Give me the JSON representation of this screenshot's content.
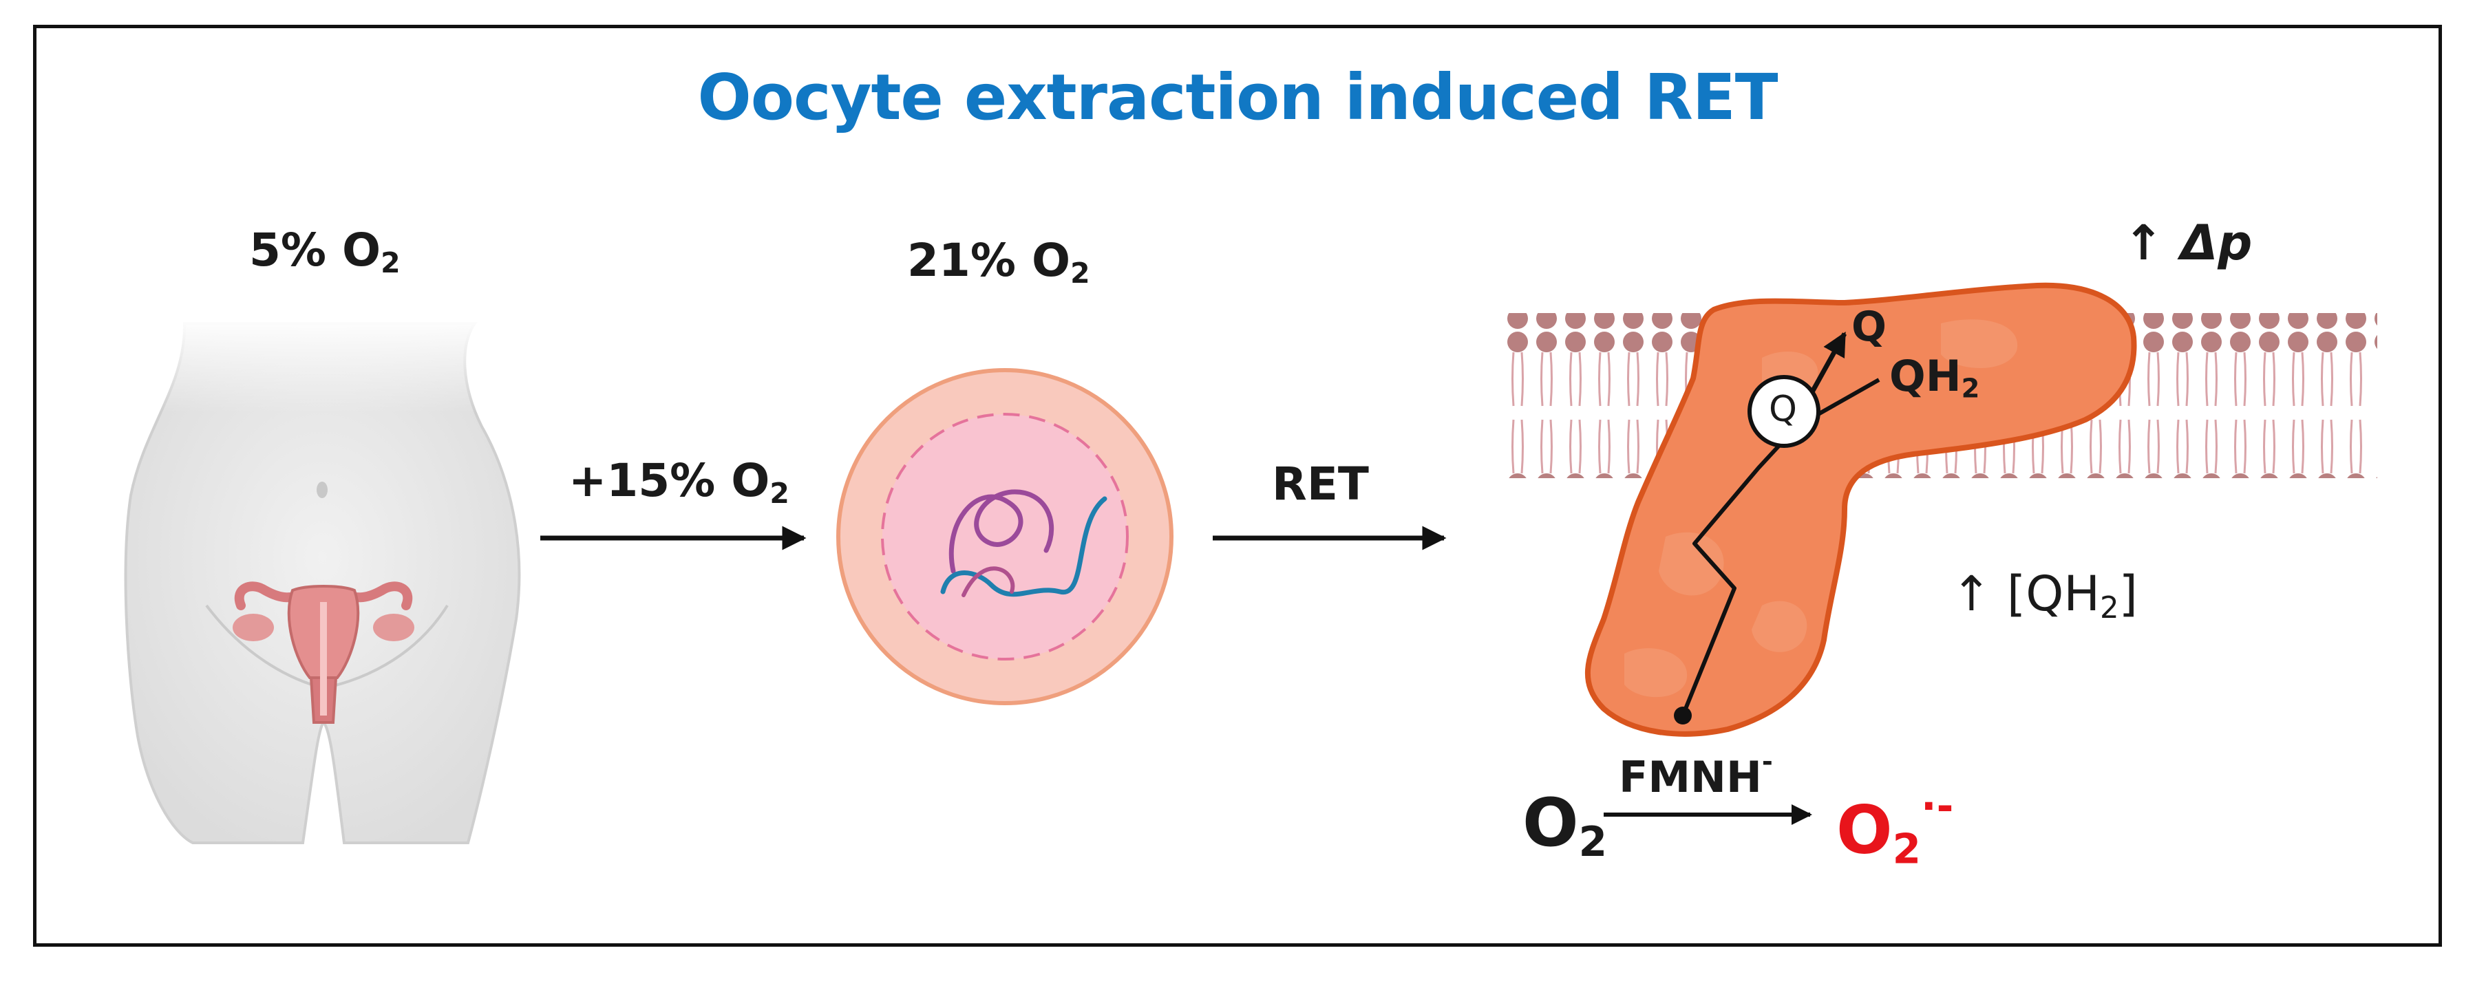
{
  "title": "Oocyte extraction induced RET",
  "labels": {
    "o2_5_value": "5% O",
    "o2_5_sub": "2",
    "o2_21_value": "21% O",
    "o2_21_sub": "2",
    "plus15_value": "+15% O",
    "plus15_sub": "2",
    "ret": "RET",
    "q": "Q",
    "q_circle": "Q",
    "qh2_main": "QH",
    "qh2_sub": "2",
    "delta_p_arrow": "↑",
    "delta_p": "Δp",
    "qh2_conc_arrow": "↑",
    "qh2_conc_open": "[QH",
    "qh2_conc_sub": "2",
    "qh2_conc_close": "]",
    "fmnh_main": "FMNH",
    "fmnh_sup": "-",
    "o2_in_main": "O",
    "o2_in_sub": "2",
    "o2_out_main": "O",
    "o2_out_sub": "2",
    "o2_out_sup": "·-"
  },
  "colors": {
    "title": "#1178c4",
    "superoxide": "#e8141b",
    "protein": "#f2875a",
    "protein_outline": "#d9551e",
    "membrane_head": "#b88080",
    "oocyte_outer": "#f7c4ae",
    "oocyte_inner": "#f9c9d2"
  }
}
